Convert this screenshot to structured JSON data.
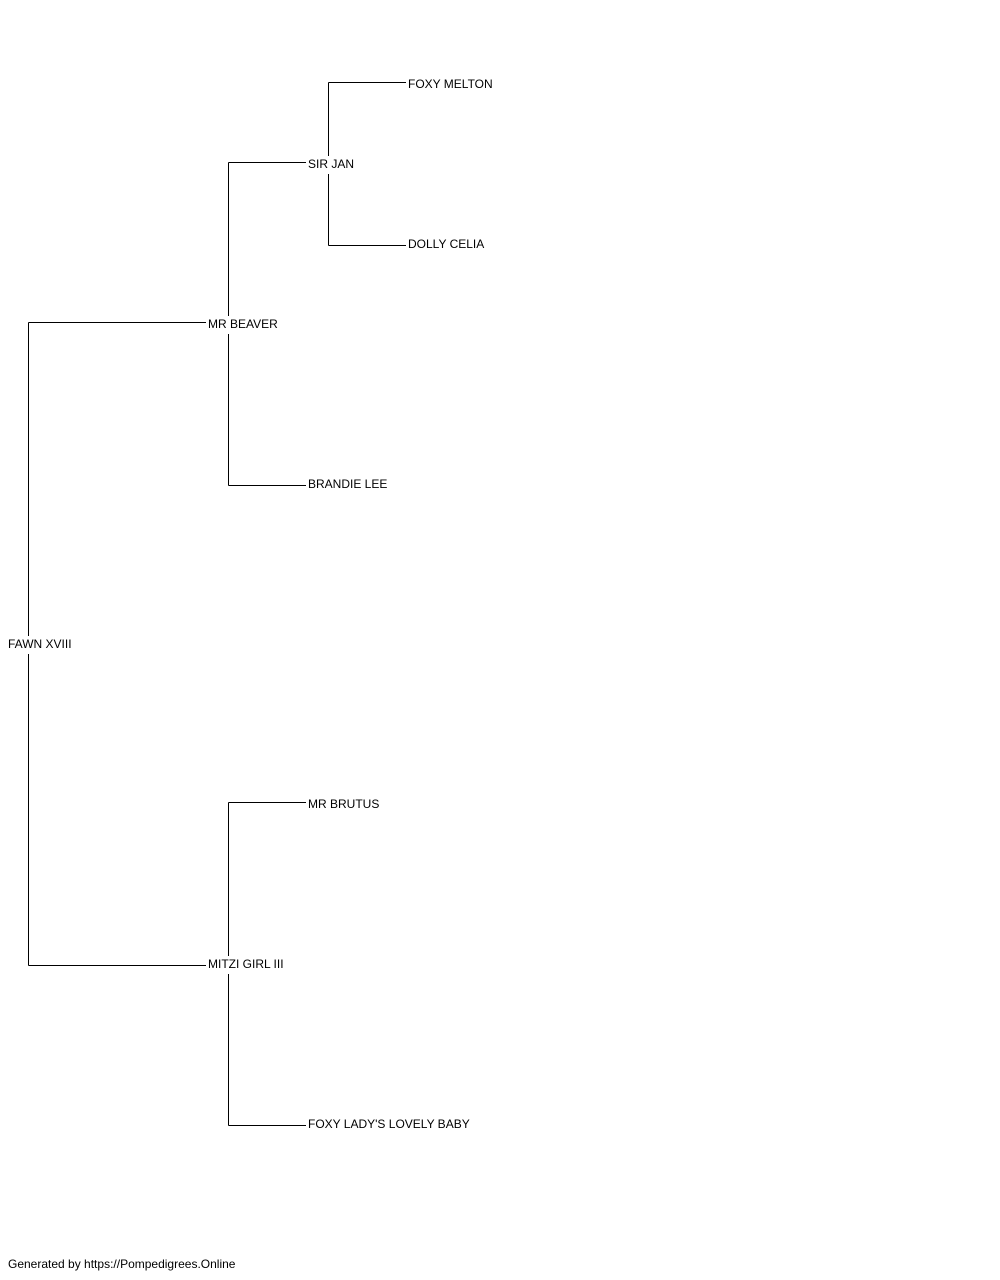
{
  "pedigree": {
    "subject": "FAWN XVIII",
    "sire": {
      "name": "MR BEAVER",
      "sire": {
        "name": "SIR JAN",
        "sire": {
          "name": "FOXY MELTON"
        },
        "dam": {
          "name": "DOLLY CELIA"
        }
      },
      "dam": {
        "name": "BRANDIE LEE"
      }
    },
    "dam": {
      "name": "MITZI GIRL III",
      "sire": {
        "name": "MR BRUTUS"
      },
      "dam": {
        "name": "FOXY LADY'S LOVELY BABY"
      }
    }
  },
  "footer": "Generated by https://Pompedigrees.Online"
}
